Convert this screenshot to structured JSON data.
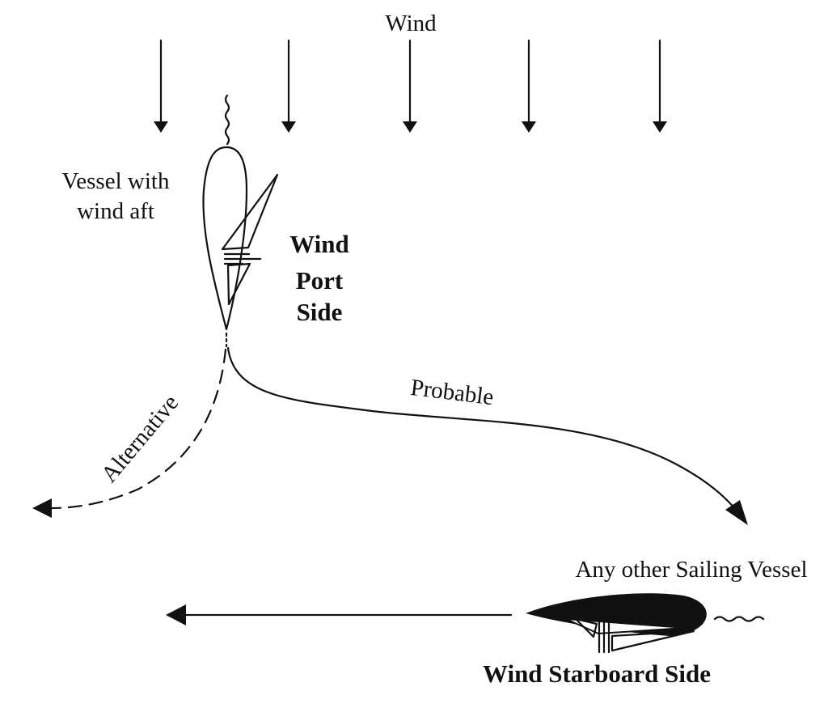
{
  "labels": {
    "wind": "Wind",
    "vessel_wind_aft_line1": "Vessel with",
    "vessel_wind_aft_line2": "wind aft",
    "wind_port_line1": "Wind",
    "wind_port_line2": "Port",
    "wind_port_line3": "Side",
    "probable": "Probable",
    "alternative": "Alternative",
    "any_other_vessel": "Any other Sailing Vessel",
    "wind_starboard": "Wind Starboard Side"
  },
  "colors": {
    "ink": "#111111",
    "background": "#ffffff"
  }
}
